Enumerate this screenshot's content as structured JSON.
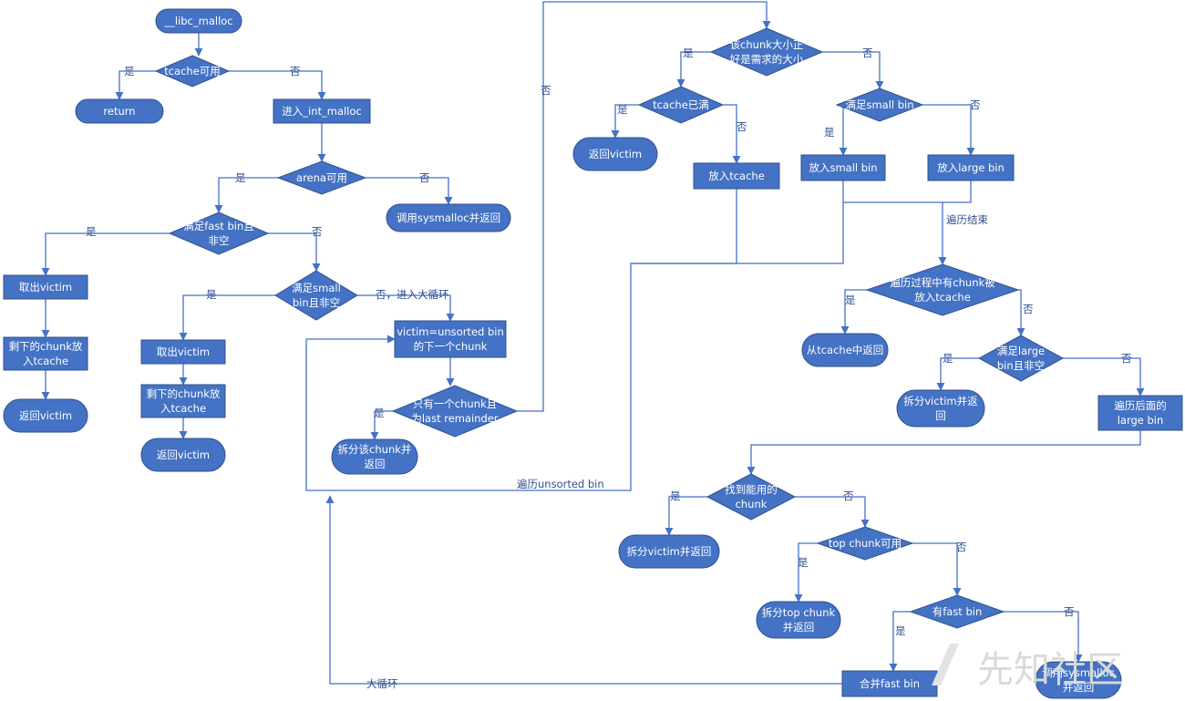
{
  "nodes": [
    {
      "id": "libc",
      "text": [
        "__libc_malloc"
      ]
    },
    {
      "id": "tc_ok",
      "text": [
        "tcache可用"
      ]
    },
    {
      "id": "ret",
      "text": [
        "return"
      ]
    },
    {
      "id": "int",
      "text": [
        "进入_int_malloc"
      ]
    },
    {
      "id": "arena",
      "text": [
        "arena可用"
      ]
    },
    {
      "id": "sysm1",
      "text": [
        "调用sysmalloc并返回"
      ]
    },
    {
      "id": "fast",
      "text": [
        "满足fast bin且",
        "非空"
      ]
    },
    {
      "id": "take1",
      "text": [
        "取出victim"
      ]
    },
    {
      "id": "rest1",
      "text": [
        "剩下的chunk放",
        "入tcache"
      ]
    },
    {
      "id": "retv1",
      "text": [
        "返回victim"
      ]
    },
    {
      "id": "small",
      "text": [
        "满足small",
        "bin且非空"
      ]
    },
    {
      "id": "take2",
      "text": [
        "取出victim"
      ]
    },
    {
      "id": "rest2",
      "text": [
        "剩下的chunk放",
        "入tcache"
      ]
    },
    {
      "id": "retv2",
      "text": [
        "返回victim"
      ]
    },
    {
      "id": "victim",
      "text": [
        "victim=unsorted bin",
        "的下一个chunk"
      ]
    },
    {
      "id": "onlyone",
      "text": [
        "只有一个chunk且",
        "为last remainder"
      ]
    },
    {
      "id": "split1",
      "text": [
        "拆分该chunk并",
        "返回"
      ]
    },
    {
      "id": "exact",
      "text": [
        "该chunk大小正",
        "好是需求的大小"
      ]
    },
    {
      "id": "tcfull",
      "text": [
        "tcache已满"
      ]
    },
    {
      "id": "retv3",
      "text": [
        "返回victim"
      ]
    },
    {
      "id": "puttc",
      "text": [
        "放入tcache"
      ]
    },
    {
      "id": "smallq",
      "text": [
        "满足small bin"
      ]
    },
    {
      "id": "putsmall",
      "text": [
        "放入small bin"
      ]
    },
    {
      "id": "putlarge",
      "text": [
        "放入large bin"
      ]
    },
    {
      "id": "hadtc",
      "text": [
        "遍历过程中有chunk被",
        "放入tcache"
      ]
    },
    {
      "id": "fromtc",
      "text": [
        "从tcache中返回"
      ]
    },
    {
      "id": "largeq",
      "text": [
        "满足large",
        "bin且非空"
      ]
    },
    {
      "id": "splitv",
      "text": [
        "拆分victim并返",
        "回"
      ]
    },
    {
      "id": "walklarge",
      "text": [
        "遍历后面的",
        "large bin"
      ]
    },
    {
      "id": "found",
      "text": [
        "找到能用的",
        "chunk"
      ]
    },
    {
      "id": "splitv2",
      "text": [
        "拆分victim并返回"
      ]
    },
    {
      "id": "topq",
      "text": [
        "top chunk可用"
      ]
    },
    {
      "id": "splittop",
      "text": [
        "拆分top chunk",
        "并返回"
      ]
    },
    {
      "id": "hasfast",
      "text": [
        "有fast bin"
      ]
    },
    {
      "id": "merge",
      "text": [
        "合并fast bin"
      ]
    },
    {
      "id": "sysm2",
      "text": [
        "调用sysmalloc",
        "并返回"
      ]
    }
  ],
  "edge_labels": [
    {
      "id": "l1",
      "text": "是"
    },
    {
      "id": "l2",
      "text": "否"
    },
    {
      "id": "l3",
      "text": "是"
    },
    {
      "id": "l4",
      "text": "否"
    },
    {
      "id": "l5",
      "text": "是"
    },
    {
      "id": "l6",
      "text": "否"
    },
    {
      "id": "l7",
      "text": "是"
    },
    {
      "id": "l8",
      "text": "否，进入大循环"
    },
    {
      "id": "l9",
      "text": "是"
    },
    {
      "id": "l10",
      "text": "否"
    },
    {
      "id": "l11",
      "text": "遍历unsorted bin"
    },
    {
      "id": "l12",
      "text": "是"
    },
    {
      "id": "l13",
      "text": "否"
    },
    {
      "id": "l14",
      "text": "是"
    },
    {
      "id": "l15",
      "text": "否"
    },
    {
      "id": "l16",
      "text": "是"
    },
    {
      "id": "l17",
      "text": "否"
    },
    {
      "id": "l18",
      "text": "遍历结束"
    },
    {
      "id": "l19",
      "text": "是"
    },
    {
      "id": "l20",
      "text": "否"
    },
    {
      "id": "l21",
      "text": "是"
    },
    {
      "id": "l22",
      "text": "否"
    },
    {
      "id": "l23",
      "text": "是"
    },
    {
      "id": "l24",
      "text": "否"
    },
    {
      "id": "l25",
      "text": "是"
    },
    {
      "id": "l26",
      "text": "否"
    },
    {
      "id": "l27",
      "text": "是"
    },
    {
      "id": "l28",
      "text": "否"
    },
    {
      "id": "l29",
      "text": "大循环"
    }
  ],
  "watermark": "先知社区",
  "colors": {
    "fill": "#4472c4",
    "stroke": "#2f528f",
    "edge": "#4472c4",
    "label": "#2f4f8f"
  }
}
